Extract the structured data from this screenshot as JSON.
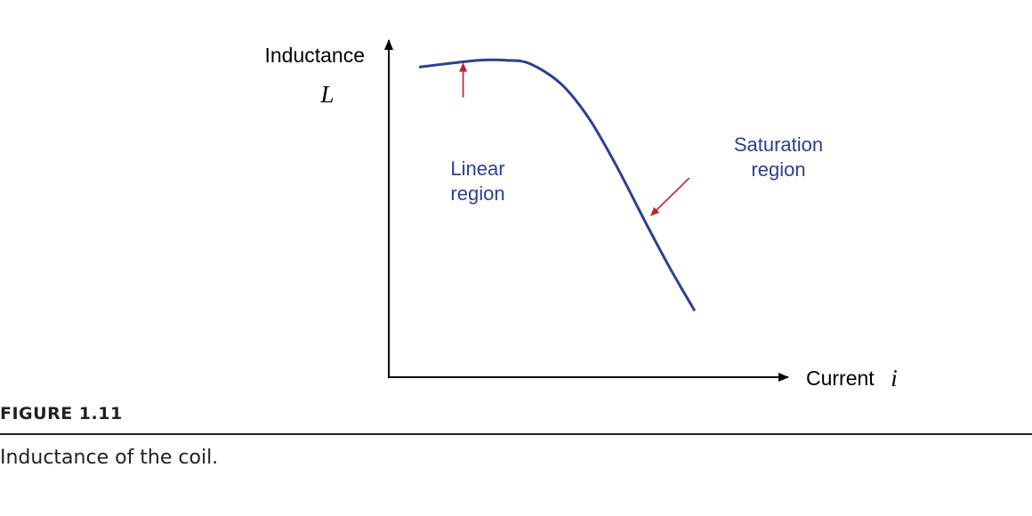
{
  "chart_data": {
    "type": "line",
    "title": "",
    "ylabel": "Inductance",
    "ylabel_symbol": "L",
    "xlabel": "Current",
    "xlabel_symbol": "i",
    "xlim": [
      0,
      10
    ],
    "ylim": [
      0,
      10
    ],
    "grid": false,
    "series": [
      {
        "color": "#2e3f8f",
        "x": [
          0.8,
          1.5,
          2.3,
          3.0,
          3.6,
          4.4,
          5.1,
          5.8,
          6.6,
          7.2,
          7.8
        ],
        "y": [
          9.2,
          9.3,
          9.4,
          9.4,
          9.3,
          8.7,
          7.7,
          6.3,
          4.5,
          3.2,
          2.0
        ]
      }
    ],
    "annotations": [
      {
        "text": [
          "Linear",
          "region"
        ],
        "color": "#2e3f8f",
        "arrow_color": "#c0202a",
        "points_to": [
          1.9,
          9.3
        ]
      },
      {
        "text": [
          "Saturation",
          "region"
        ],
        "color": "#2e3f8f",
        "arrow_color": "#c0202a",
        "points_to": [
          6.7,
          4.8
        ]
      }
    ],
    "axis_color": "#000000"
  },
  "figure": {
    "label": "FIGURE 1.11",
    "caption": "Inductance of the coil."
  }
}
